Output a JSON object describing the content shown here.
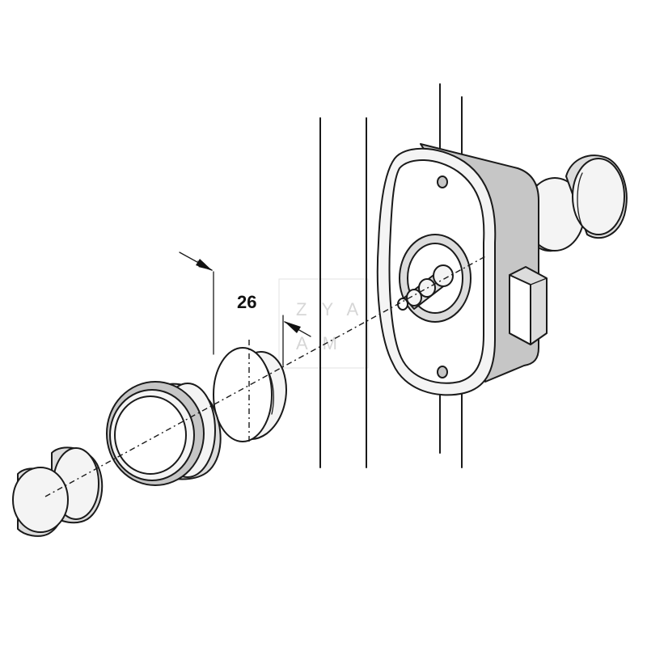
{
  "diagram": {
    "dimension": {
      "value": "26"
    },
    "watermark": {
      "line1": "ZYA",
      "line2": "AM"
    }
  }
}
